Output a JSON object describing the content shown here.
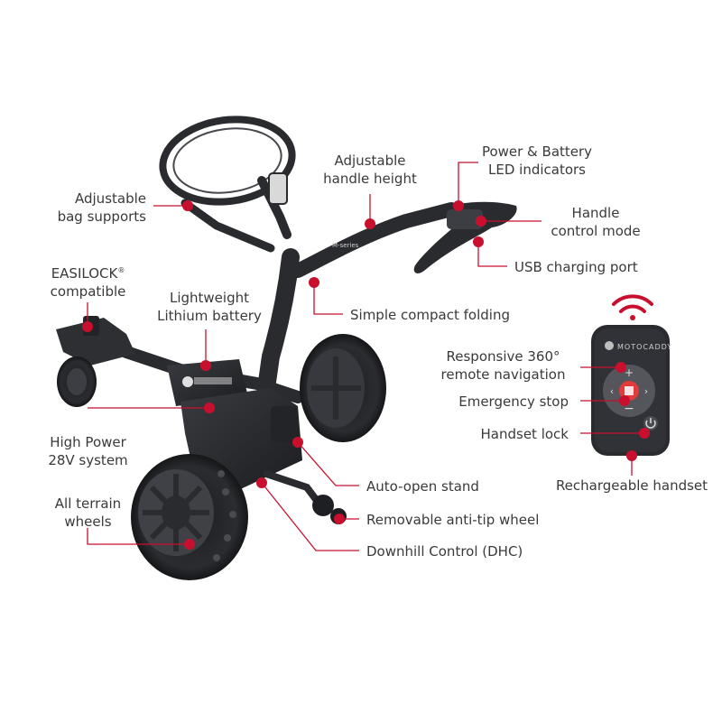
{
  "colors": {
    "accent": "#c8102e",
    "label": "#3a3a3a",
    "product": "#2a2b2f"
  },
  "labels": {
    "bag_supports": [
      "Adjustable",
      "bag supports"
    ],
    "handle_height": [
      "Adjustable",
      "handle height"
    ],
    "power_battery": [
      "Power & Battery",
      "LED indicators"
    ],
    "handle_control": [
      "Handle",
      "control mode"
    ],
    "usb_port": "USB charging port",
    "easilock": [
      "EASILOCK",
      "compatible"
    ],
    "easilock_mark": "®",
    "lithium": [
      "Lightweight",
      "Lithium battery"
    ],
    "compact_folding": "Simple compact folding",
    "high_power": [
      "High Power",
      "28V system"
    ],
    "all_terrain": [
      "All terrain",
      "wheels"
    ],
    "auto_open": "Auto-open stand",
    "anti_tip": "Removable anti-tip wheel",
    "dhc": "Downhill Control (DHC)",
    "remote_nav": [
      "Responsive 360°",
      "remote navigation"
    ],
    "emergency_stop": "Emergency stop",
    "handset_lock": "Handset lock",
    "rechargeable": "Rechargeable handset"
  },
  "product": {
    "brand": "MOTOCADDY",
    "model_badge": "M-series"
  },
  "icons": [
    "wireless-signal-icon",
    "plus-icon",
    "minus-icon",
    "chevron-left-icon",
    "chevron-right-icon",
    "stop-icon",
    "power-icon"
  ]
}
